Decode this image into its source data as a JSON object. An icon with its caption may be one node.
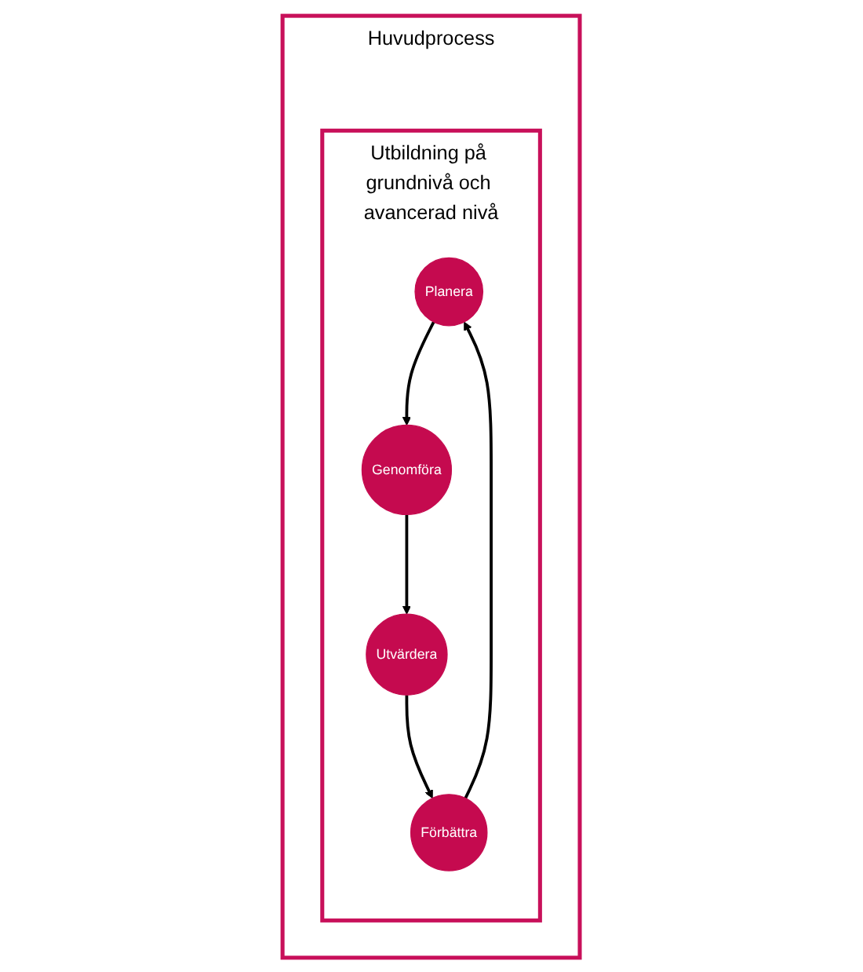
{
  "diagram": {
    "nodes": [
      {
        "text": [
          "Huvudprocess"
        ]
      },
      {
        "text": [
          "Utbildning på grundnivå och avancerad nivå"
        ],
        "in": 0
      },
      {
        "text": [
          "Planera"
        ],
        "in": 1
      },
      {
        "text": [
          "Genomföra"
        ],
        "in": 1
      },
      {
        "text": [
          "Utvärdera"
        ],
        "in": 1
      },
      {
        "text": [
          "Förbättra"
        ],
        "in": 1
      }
    ],
    "edges": [
      {
        "from": 2,
        "to": 3,
        "arrow": "to"
      },
      {
        "from": 3,
        "to": 4,
        "arrow": "to"
      },
      {
        "from": 4,
        "to": 5,
        "arrow": "to"
      },
      {
        "from": 5,
        "to": 2,
        "arrow": "to"
      }
    ]
  }
}
